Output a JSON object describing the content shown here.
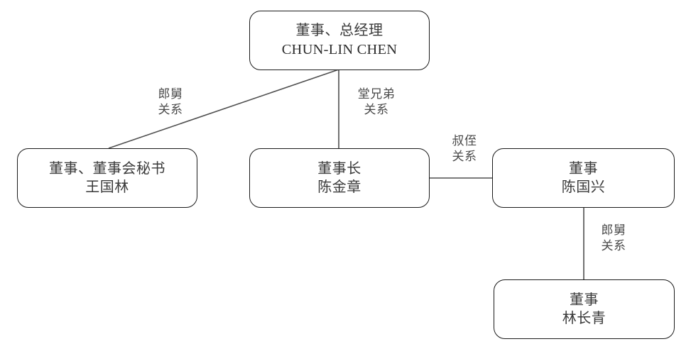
{
  "diagram": {
    "type": "relationship-chart",
    "background_color": "#ffffff",
    "line_color": "#4f4f4f",
    "node_border_color": "#1a1a1a",
    "text_color": "#3a3a3a",
    "nodes": [
      {
        "id": "gm",
        "title": "董事、总经理",
        "name": "CHUN-LIN CHEN"
      },
      {
        "id": "secretary",
        "title": "董事、董事会秘书",
        "name": "王国林"
      },
      {
        "id": "chairman",
        "title": "董事长",
        "name": "陈金章"
      },
      {
        "id": "director1",
        "title": "董事",
        "name": "陈国兴"
      },
      {
        "id": "director2",
        "title": "董事",
        "name": "林长青"
      }
    ],
    "edges": [
      {
        "id": "gm-secretary",
        "from": "gm",
        "to": "secretary",
        "label_line_1": "郎舅",
        "label_line_2": "关系"
      },
      {
        "id": "gm-chairman",
        "from": "gm",
        "to": "chairman",
        "label_line_1": "堂兄弟",
        "label_line_2": "关系"
      },
      {
        "id": "chairman-director1",
        "from": "chairman",
        "to": "director1",
        "label_line_1": "叔侄",
        "label_line_2": "关系"
      },
      {
        "id": "director1-director2",
        "from": "director1",
        "to": "director2",
        "label_line_1": "郎舅",
        "label_line_2": "关系"
      }
    ]
  }
}
